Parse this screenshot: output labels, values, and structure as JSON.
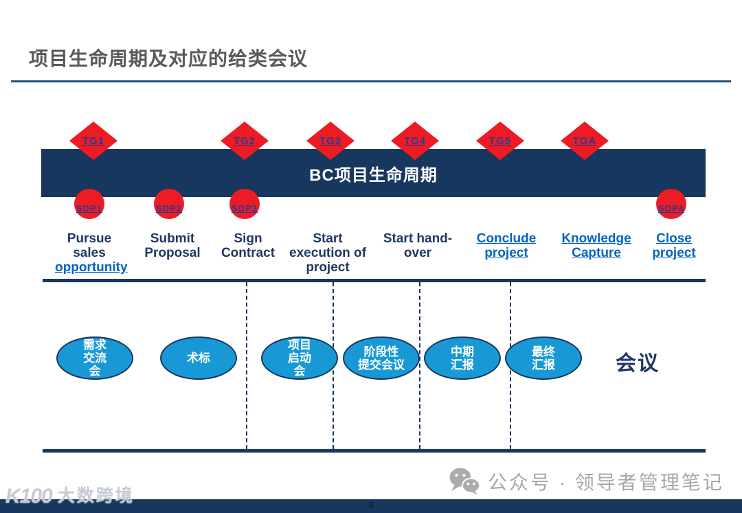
{
  "header": {
    "title": "项目生命周期及对应的给类会议"
  },
  "band": {
    "label": "BC项目生命周期"
  },
  "tollgates": [
    {
      "label": "TG1"
    },
    {
      "label": "TG2"
    },
    {
      "label": "TG3"
    },
    {
      "label": "TG4"
    },
    {
      "label": "TG5"
    },
    {
      "label": "TGA"
    }
  ],
  "sdps": [
    {
      "label": "SDP1"
    },
    {
      "label": "SDP2"
    },
    {
      "label": "SDP3"
    },
    {
      "label": "SDP4"
    }
  ],
  "phases": [
    {
      "text": "Pursue sales",
      "link": "opportunity"
    },
    {
      "text": "Submit Proposal",
      "link": ""
    },
    {
      "text": "Sign Contract",
      "link": ""
    },
    {
      "text": "Start execution of project",
      "link": ""
    },
    {
      "text": "Start hand-over",
      "link": ""
    },
    {
      "text": "",
      "link": "Conclude project"
    },
    {
      "text": "",
      "link": "Knowledge Capture"
    },
    {
      "text": "",
      "link": "Close project"
    }
  ],
  "meetings": [
    {
      "lines": [
        "需求",
        "交流",
        "会"
      ]
    },
    {
      "lines": [
        "术标"
      ]
    },
    {
      "lines": [
        "项目",
        "启动",
        "会"
      ]
    },
    {
      "lines": [
        "阶段性",
        "提交会议"
      ]
    },
    {
      "lines": [
        "中期",
        "汇报"
      ]
    },
    {
      "lines": [
        "最终",
        "汇报"
      ]
    }
  ],
  "meetings_label": "会议",
  "footer": {
    "page_number": "8",
    "watermark_mark": "K100",
    "watermark_text": "大数跨境",
    "wechat_label": "公众号 · 领导者管理笔记"
  },
  "colors": {
    "navy": "#17375E",
    "red": "#ED1C24",
    "link_blue": "#0563C1",
    "tollgate_label_blue": "#2B3990",
    "meeting_fill": "#1899D5",
    "title_gray": "#595959"
  }
}
